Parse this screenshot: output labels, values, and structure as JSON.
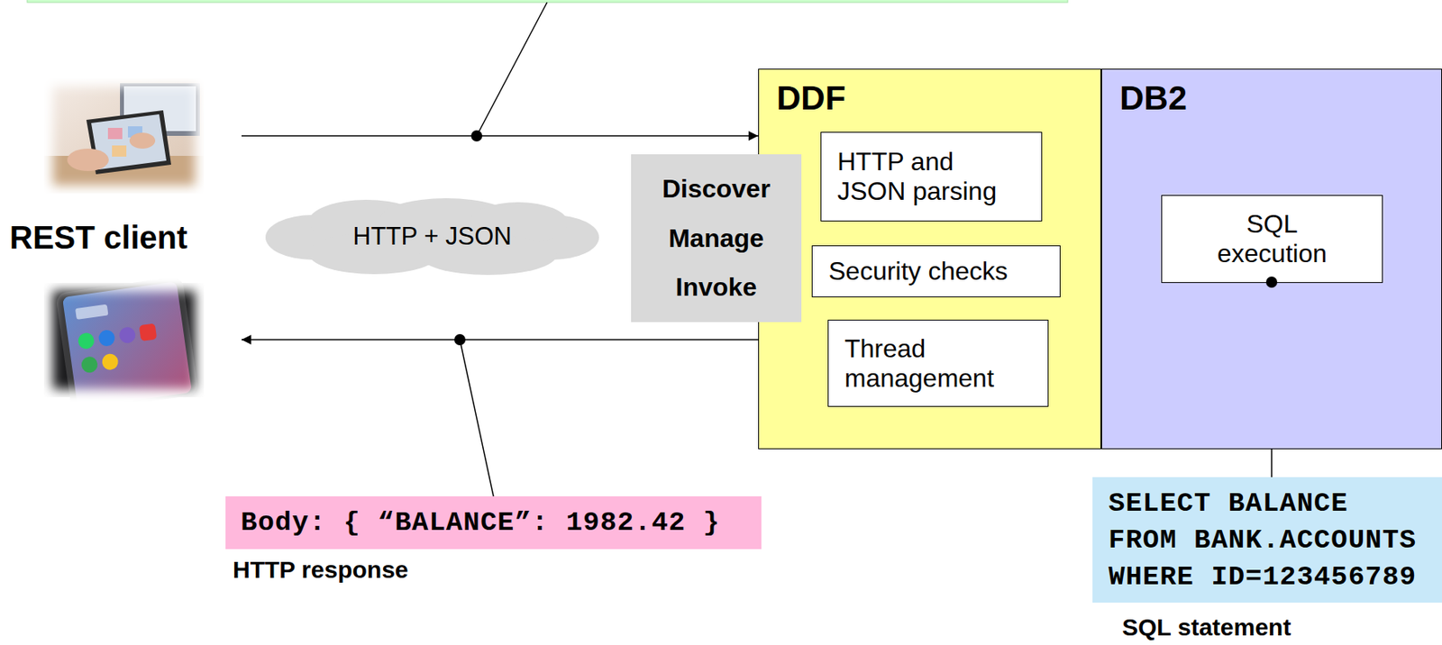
{
  "diagram": {
    "nodes": [
      {
        "text": [
          "REST client"
        ]
      },
      {
        "text": [
          "HTTP + JSON"
        ]
      },
      {
        "text": [
          "Discover",
          "Manage",
          "Invoke"
        ]
      },
      {
        "text": [
          "DDF"
        ]
      },
      {
        "text": [
          "HTTP and JSON parsing"
        ],
        "in": 3
      },
      {
        "text": [
          "Security checks"
        ],
        "in": 3
      },
      {
        "text": [
          "Thread management"
        ],
        "in": 3
      },
      {
        "text": [
          "DB2"
        ]
      },
      {
        "text": [
          "SQL execution"
        ],
        "in": 7
      },
      {
        "text": [
          "Body: { “BALANCE”: 1982.42 }"
        ]
      },
      {
        "text": [
          "SELECT BALANCE FROM BANK.ACCOUNTS WHERE ID=123456789"
        ]
      }
    ],
    "edges": [
      {
        "from": 0,
        "to": 3,
        "arrow": "to"
      },
      {
        "from": 3,
        "to": 0,
        "arrow": "to"
      },
      {
        "from": 4,
        "to": 5,
        "arrow": "to"
      },
      {
        "from": 5,
        "to": 6,
        "arrow": "to"
      },
      {
        "from": 6,
        "to": 8,
        "arrow": "to"
      }
    ],
    "labels": [
      "HTTP response",
      "SQL statement"
    ]
  }
}
